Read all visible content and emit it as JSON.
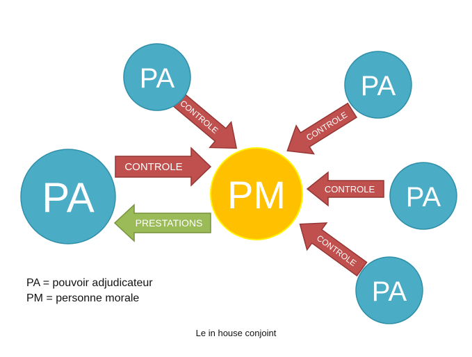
{
  "colors": {
    "pa_fill": "#4BACC6",
    "pa_stroke": "#2F8FA8",
    "pm_fill": "#FFC000",
    "pm_stroke": "#FFF200",
    "control_arrow": "#C0504D",
    "control_arrow_stroke": "#943634",
    "prestation_arrow": "#9BBB59",
    "prestation_arrow_stroke": "#76923C",
    "text_on_shape": "#FFFFFF"
  },
  "nodes": {
    "pa_top_left": "PA",
    "pa_top_right": "PA",
    "pa_left": "PA",
    "pa_right": "PA",
    "pa_bottom_right": "PA",
    "pm": "PM"
  },
  "arrows": {
    "control_top_left": "CONTROLE",
    "control_left": "CONTROLE",
    "control_top_right": "CONTROLE",
    "control_right": "CONTROLE",
    "control_bottom_right": "CONTROLE",
    "prestations": "PRESTATIONS"
  },
  "legend": {
    "pa_definition": "PA = pouvoir adjudicateur",
    "pm_definition": "PM = personne morale"
  },
  "caption": "Le in house conjoint"
}
